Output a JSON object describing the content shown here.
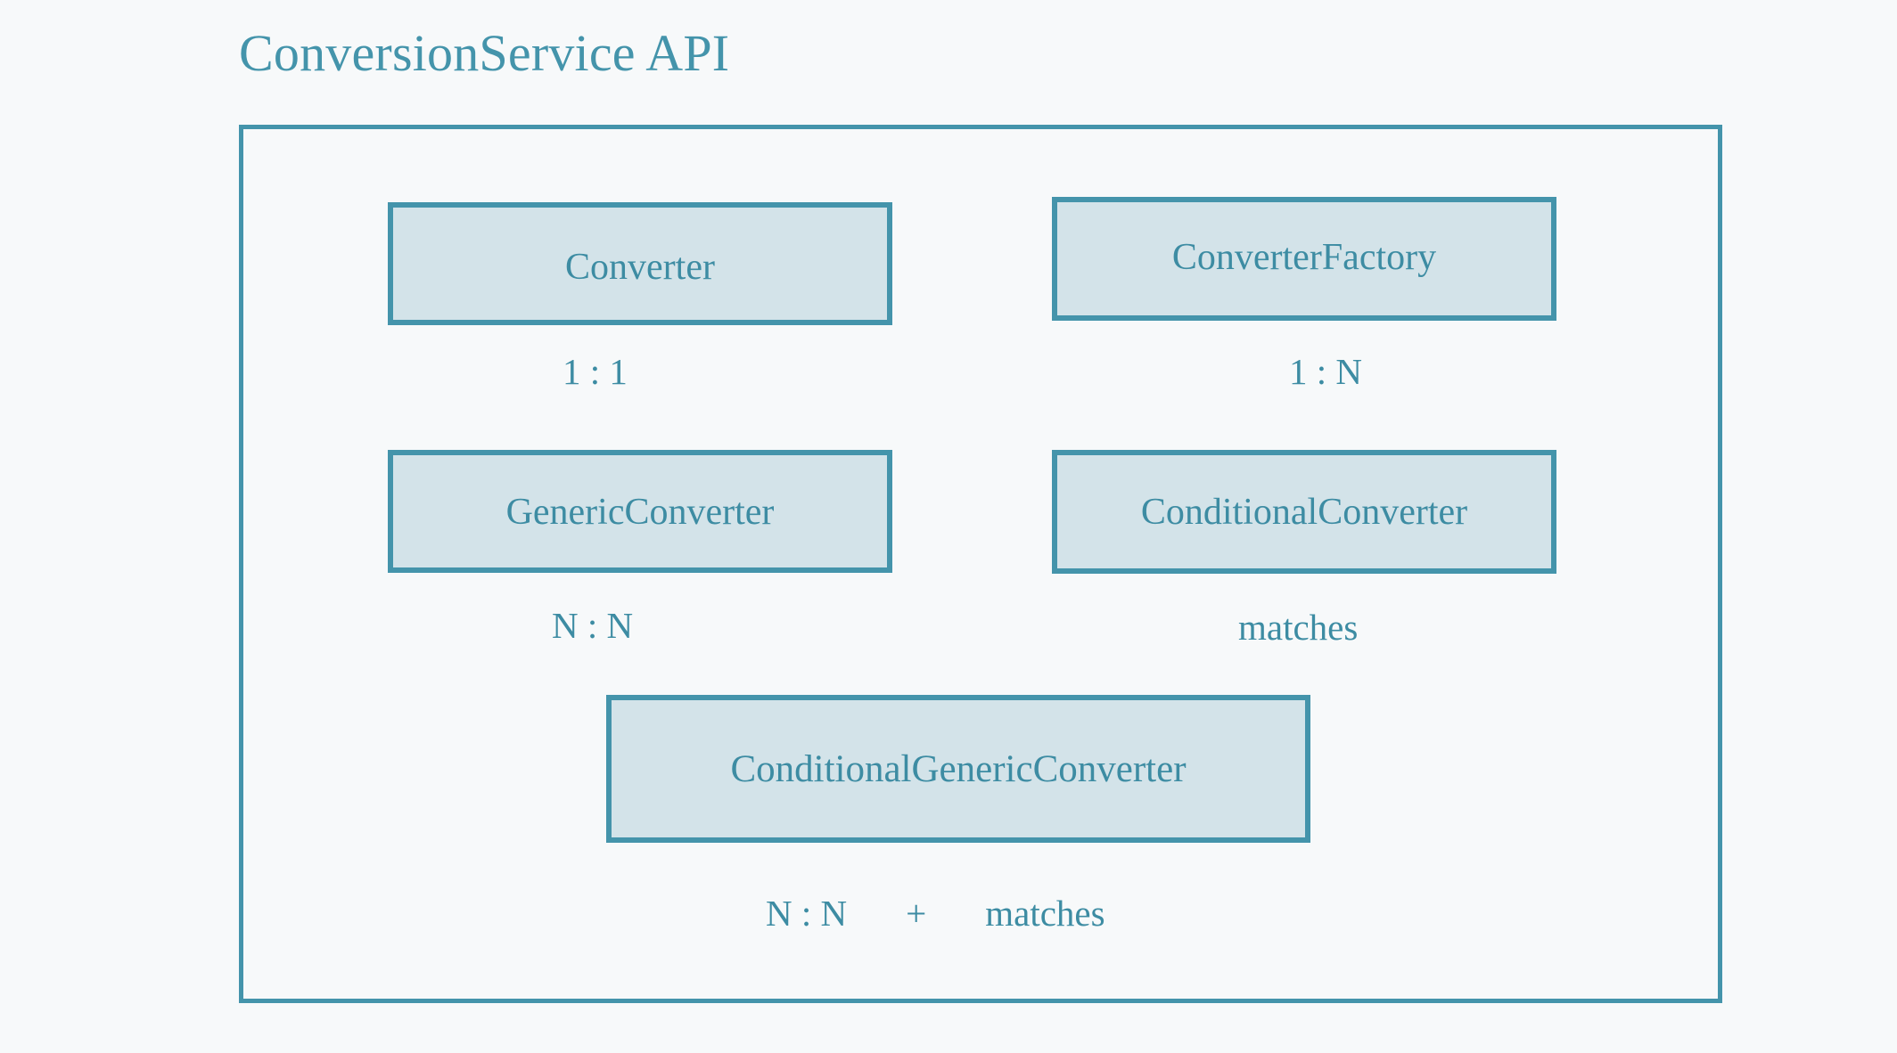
{
  "diagram": {
    "title": "ConversionService API",
    "accent_color": "#4494ab",
    "text_color": "#3d8ca3",
    "box_fill_color": "#d3e3e9",
    "background_color": "#f7f9fa"
  },
  "boxes": [
    {
      "id": "converter",
      "label": "Converter"
    },
    {
      "id": "converter-factory",
      "label": "ConverterFactory"
    },
    {
      "id": "generic-converter",
      "label": "GenericConverter"
    },
    {
      "id": "conditional-converter",
      "label": "ConditionalConverter"
    },
    {
      "id": "conditional-generic-converter",
      "label": "ConditionalGenericConverter"
    }
  ],
  "relations": [
    {
      "id": "converter",
      "label": "1 : 1"
    },
    {
      "id": "converter-factory",
      "label": "1 : N"
    },
    {
      "id": "generic-converter",
      "label": "N : N"
    },
    {
      "id": "conditional-converter",
      "label": "matches"
    }
  ],
  "bottom_relation": {
    "left": "N : N",
    "operator": "+",
    "right": "matches"
  }
}
